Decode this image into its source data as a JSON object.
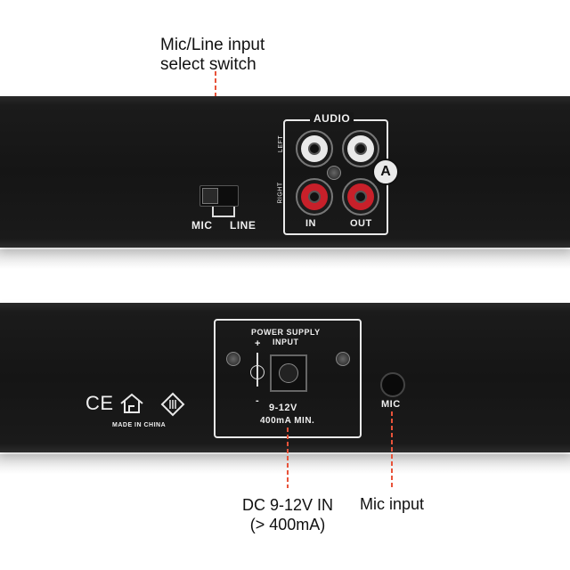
{
  "callouts": {
    "switch_line1": "Mic/Line input",
    "switch_line2": "select switch",
    "dc_line1": "DC 9-12V IN",
    "dc_line2": "(> 400mA)",
    "mic": "Mic input"
  },
  "top_panel": {
    "audio_label": "AUDIO",
    "left_label": "LEFT",
    "right_label": "RIGHT",
    "in_label": "IN",
    "out_label": "OUT",
    "badge": "A",
    "switch_mic": "MIC",
    "switch_line": "LINE"
  },
  "bottom_panel": {
    "power_title1": "POWER SUPPLY",
    "power_title2": "INPUT",
    "plus": "+",
    "minus": "-",
    "voltage": "9-12V",
    "current": "400mA MIN.",
    "mic_label": "MIC",
    "ce_mark": "CE",
    "made_in": "MADE IN CHINA"
  },
  "colors": {
    "accent": "#e8533a",
    "panel": "#161616",
    "rca_red": "#c8202a",
    "rca_white": "#e9e9e9"
  }
}
